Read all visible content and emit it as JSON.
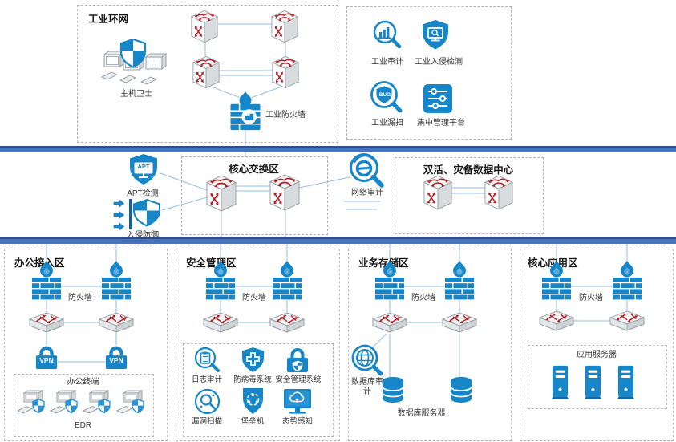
{
  "colors": {
    "icon_blue": "#1686c9",
    "bar_blue": "#4673c0",
    "connector_blue": "#a9c6e6",
    "arrow_red": "#b42025"
  },
  "industrial_zone": {
    "title": "工业环网",
    "host_guard": "主机卫士",
    "firewall": "工业防火墙"
  },
  "industrial_tools": {
    "audit": "工业审计",
    "ids": "工业入侵检测",
    "vuln_scan": "工业漏扫",
    "bug_badge": "BUG",
    "platform": "集中管理平台"
  },
  "core_band": {
    "apt": "APT检测",
    "apt_badge": "APT",
    "ips": "入侵防御",
    "core_zone_title": "核心交换区",
    "net_audit": "网络审计",
    "dc_zone_title": "双活、灾备数据中心"
  },
  "office_zone": {
    "title": "办公接入区",
    "firewall": "防火墙",
    "vpn": "VPN",
    "terminal_group": "办公终端",
    "edr": "EDR"
  },
  "security_zone": {
    "title": "安全管理区",
    "firewall": "防火墙",
    "tools": [
      {
        "label": "日志审计"
      },
      {
        "label": "防病毒系统"
      },
      {
        "label": "安全管理系统"
      },
      {
        "label": "漏洞扫描"
      },
      {
        "label": "堡垒机"
      },
      {
        "label": "态势感知"
      }
    ]
  },
  "storage_zone": {
    "title": "业务存储区",
    "firewall": "防火墙",
    "db_audit": "数据库审计",
    "db_servers": "数据库服务器"
  },
  "app_zone": {
    "title": "核心应用区",
    "firewall": "防火墙",
    "servers": "应用服务器"
  }
}
